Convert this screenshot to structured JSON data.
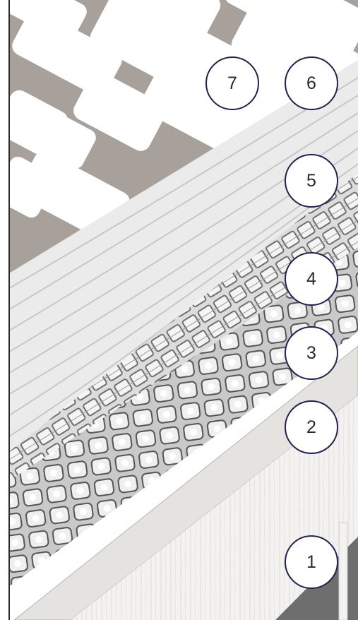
{
  "markers": [
    {
      "id": "m7",
      "label": "7",
      "layer": "tiles"
    },
    {
      "id": "m6",
      "label": "6",
      "layer": "grout"
    },
    {
      "id": "m5",
      "label": "5",
      "layer": "tile-adhesive"
    },
    {
      "id": "m4",
      "label": "4",
      "layer": "mesh"
    },
    {
      "id": "m3",
      "label": "3",
      "layer": "levelling-compound"
    },
    {
      "id": "m2",
      "label": "2",
      "layer": "primer"
    },
    {
      "id": "m1",
      "label": "1",
      "layer": "substrate"
    }
  ],
  "colors": {
    "marker_border": "#24204e",
    "marker_fill": "#ffffff",
    "grout": "#a8a19b",
    "tile": "#ffffff",
    "adhesive": "#ecebeb",
    "mesh": "#8c8c8c",
    "substrate": "#f3f2f1"
  }
}
